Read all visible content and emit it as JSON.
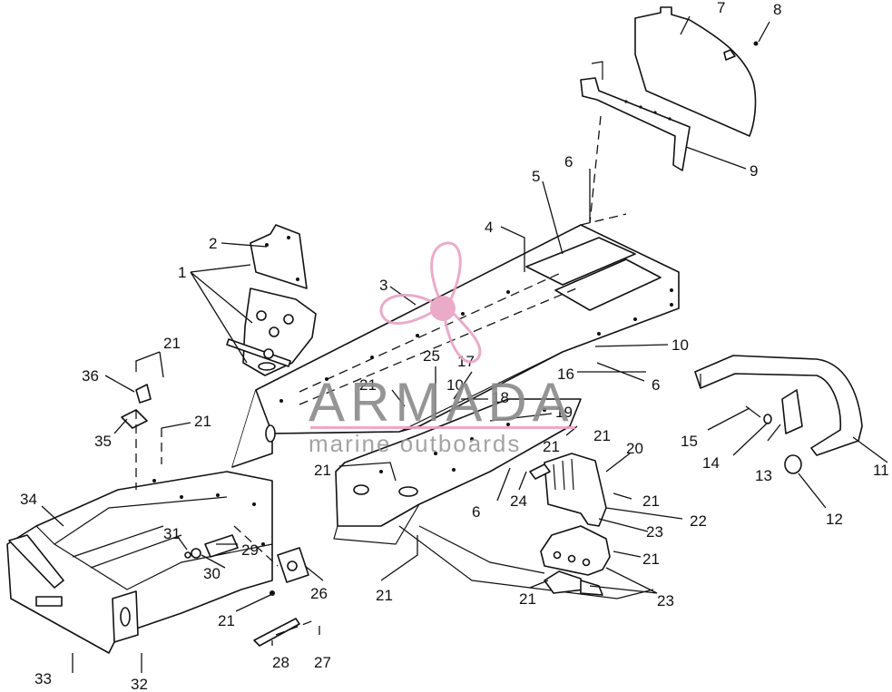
{
  "watermark": {
    "brand": "ARMADA",
    "tagline": "marine outboards",
    "logo_icon": "propeller-icon",
    "brand_color": "#e8a3c4"
  },
  "callouts": [
    {
      "id": "c1",
      "label": "1"
    },
    {
      "id": "c2",
      "label": "2"
    },
    {
      "id": "c3",
      "label": "3"
    },
    {
      "id": "c4",
      "label": "4"
    },
    {
      "id": "c5",
      "label": "5"
    },
    {
      "id": "c6a",
      "label": "6"
    },
    {
      "id": "c6b",
      "label": "6"
    },
    {
      "id": "c6c",
      "label": "6"
    },
    {
      "id": "c7",
      "label": "7"
    },
    {
      "id": "c8",
      "label": "8"
    },
    {
      "id": "c9",
      "label": "9"
    },
    {
      "id": "c10a",
      "label": "10"
    },
    {
      "id": "c10b",
      "label": "10"
    },
    {
      "id": "c11",
      "label": "11"
    },
    {
      "id": "c12",
      "label": "12"
    },
    {
      "id": "c13",
      "label": "13"
    },
    {
      "id": "c14",
      "label": "14"
    },
    {
      "id": "c15",
      "label": "15"
    },
    {
      "id": "c16",
      "label": "16"
    },
    {
      "id": "c17",
      "label": "17"
    },
    {
      "id": "c18",
      "label": "18"
    },
    {
      "id": "c19",
      "label": "19"
    },
    {
      "id": "c20",
      "label": "20"
    },
    {
      "id": "c21a",
      "label": "21"
    },
    {
      "id": "c21b",
      "label": "21"
    },
    {
      "id": "c21c",
      "label": "21"
    },
    {
      "id": "c21d",
      "label": "21"
    },
    {
      "id": "c21e",
      "label": "21"
    },
    {
      "id": "c21f",
      "label": "21"
    },
    {
      "id": "c21g",
      "label": "21"
    },
    {
      "id": "c21h",
      "label": "21"
    },
    {
      "id": "c21i",
      "label": "21"
    },
    {
      "id": "c21j",
      "label": "21"
    },
    {
      "id": "c21k",
      "label": "21"
    },
    {
      "id": "c22",
      "label": "22"
    },
    {
      "id": "c23a",
      "label": "23"
    },
    {
      "id": "c23b",
      "label": "23"
    },
    {
      "id": "c24",
      "label": "24"
    },
    {
      "id": "c25",
      "label": "25"
    },
    {
      "id": "c26",
      "label": "26"
    },
    {
      "id": "c27",
      "label": "27"
    },
    {
      "id": "c28",
      "label": "28"
    },
    {
      "id": "c29",
      "label": "29"
    },
    {
      "id": "c30",
      "label": "30"
    },
    {
      "id": "c31",
      "label": "31"
    },
    {
      "id": "c32",
      "label": "32"
    },
    {
      "id": "c33",
      "label": "33"
    },
    {
      "id": "c34",
      "label": "34"
    },
    {
      "id": "c35",
      "label": "35"
    },
    {
      "id": "c36",
      "label": "36"
    }
  ]
}
